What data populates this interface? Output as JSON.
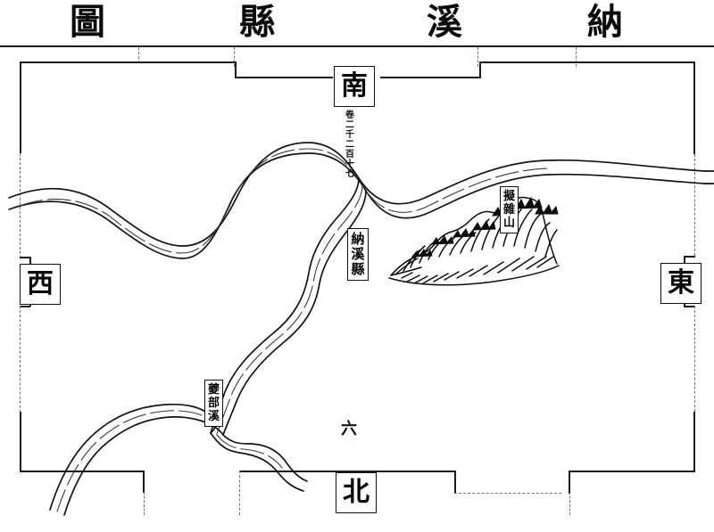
{
  "document": {
    "title_chars": [
      "圖",
      "縣",
      "溪",
      "納"
    ],
    "title_reading_order": "right-to-left",
    "title_text": "納溪縣圖",
    "page_number": "六",
    "volume_note_chars": [
      "卷",
      "二",
      "千",
      "二",
      "百",
      "十",
      "七"
    ],
    "volume_note_text": "卷二千二百十七"
  },
  "directions": {
    "south": {
      "label": "南",
      "position": "top"
    },
    "west": {
      "label": "西",
      "position": "left"
    },
    "east": {
      "label": "東",
      "position": "right"
    },
    "north": {
      "label": "北",
      "position": "bottom"
    }
  },
  "places": [
    {
      "id": "naxi-county",
      "label_chars": [
        "納",
        "溪",
        "縣"
      ],
      "label_text": "納溪縣",
      "kind": "county-seat"
    },
    {
      "id": "shangsheng-mountain",
      "label_chars": [
        "擬",
        "雜",
        "山"
      ],
      "label_text": "擬雜山",
      "kind": "mountain"
    },
    {
      "id": "kuibu-creek",
      "label_chars": [
        "夔",
        "部",
        "溪"
      ],
      "label_text": "夔部溪",
      "kind": "creek"
    }
  ],
  "features": {
    "rivers_label": "river-network",
    "mountains_label": "mountain-range"
  },
  "colors": {
    "ink": "#101010",
    "paper": "#ffffff",
    "rule": "#1a1a1a",
    "faint_rule": "#6f6f6f"
  }
}
